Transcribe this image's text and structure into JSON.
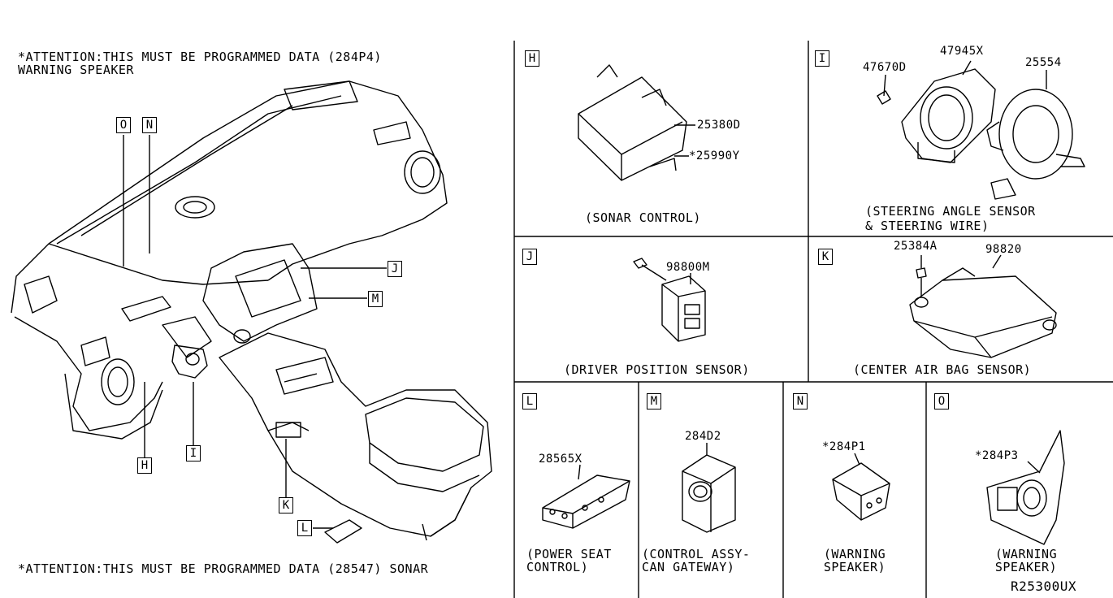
{
  "notes": {
    "top_line1": "*ATTENTION:THIS MUST BE PROGRAMMED DATA (284P4)",
    "top_line2": "WARNING SPEAKER",
    "bottom": "*ATTENTION:THIS MUST BE PROGRAMMED DATA (28547) SONAR"
  },
  "overview_callouts": {
    "O": "O",
    "N": "N",
    "J": "J",
    "M": "M",
    "H": "H",
    "I": "I",
    "K": "K",
    "L": "L"
  },
  "panels": {
    "H": {
      "letter": "H",
      "caption": "(SONAR CONTROL)",
      "parts": [
        "25380D",
        "*25990Y"
      ]
    },
    "I": {
      "letter": "I",
      "caption_line1": "(STEERING ANGLE SENSOR",
      "caption_line2": "& STEERING WIRE)",
      "parts": [
        "47670D",
        "47945X",
        "25554"
      ]
    },
    "J": {
      "letter": "J",
      "caption": "(DRIVER POSITION SENSOR)",
      "parts": [
        "98800M"
      ]
    },
    "K": {
      "letter": "K",
      "caption": "(CENTER AIR BAG SENSOR)",
      "parts": [
        "25384A",
        "98820"
      ]
    },
    "L": {
      "letter": "L",
      "caption_line1": "(POWER SEAT",
      "caption_line2": "CONTROL)",
      "parts": [
        "28565X"
      ]
    },
    "M": {
      "letter": "M",
      "caption_line1": "(CONTROL ASSY-",
      "caption_line2": "CAN GATEWAY)",
      "parts": [
        "284D2"
      ]
    },
    "N": {
      "letter": "N",
      "caption_line1": "(WARNING",
      "caption_line2": "SPEAKER)",
      "parts": [
        "*284P1"
      ]
    },
    "O": {
      "letter": "O",
      "caption_line1": "(WARNING",
      "caption_line2": "SPEAKER)",
      "parts": [
        "*284P3"
      ]
    }
  },
  "diagram_code": "R25300UX"
}
